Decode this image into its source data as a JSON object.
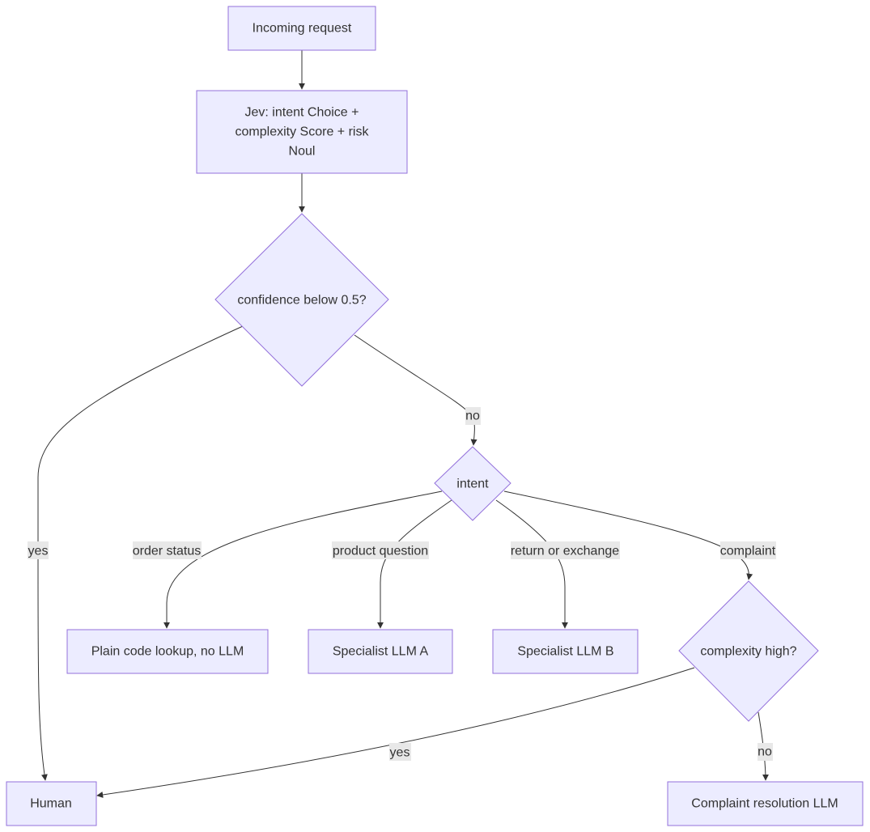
{
  "nodes": {
    "incoming": "Incoming request",
    "classifier": {
      "line1": "Jev: intent Choice +",
      "line2": "complexity Score + risk",
      "line3": "Noul"
    },
    "confidence": "confidence below 0.5?",
    "intent": "intent",
    "plain_lookup": "Plain code lookup, no LLM",
    "specialist_a": "Specialist LLM A",
    "specialist_b": "Specialist LLM B",
    "complexity": "complexity high?",
    "human": "Human",
    "complaint_llm": "Complaint resolution LLM"
  },
  "edge_labels": {
    "confidence_yes": "yes",
    "confidence_no": "no",
    "order_status": "order status",
    "product_question": "product question",
    "return_or_exchange": "return or exchange",
    "complaint": "complaint",
    "complexity_yes": "yes",
    "complexity_no": "no"
  },
  "colors": {
    "node_fill": "#ECECFF",
    "node_stroke": "#9370DB",
    "edge": "#333333",
    "label_bg": "#e8e8e8",
    "text": "#333333"
  }
}
